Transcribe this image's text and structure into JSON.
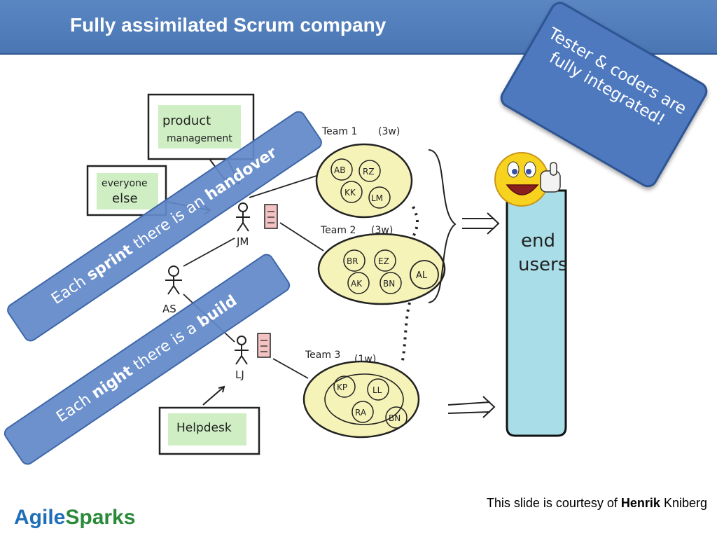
{
  "slide": {
    "title": "Fully assimilated Scrum company"
  },
  "callouts": {
    "tester": "Tester & coders are fully integrated!",
    "sprint": {
      "pre": "Each ",
      "bold1": "sprint",
      "mid": " there is an ",
      "bold2": "handover"
    },
    "night": {
      "pre": "Each ",
      "bold1": "night",
      "mid": " there is a ",
      "bold2": "build"
    }
  },
  "diagram": {
    "product_management": [
      "product",
      "management"
    ],
    "everyone_else": [
      "everyone",
      "else"
    ],
    "helpdesk": "Helpdesk",
    "people": {
      "jm": "JM",
      "as": "AS",
      "lj": "LJ"
    },
    "teams": [
      {
        "label": "Team 1",
        "duration": "(3w)",
        "members": [
          "AB",
          "RZ",
          "KK",
          "LM"
        ]
      },
      {
        "label": "Team 2",
        "duration": "(3w)",
        "members": [
          "BR",
          "EZ",
          "AL",
          "AK",
          "BN"
        ]
      },
      {
        "label": "Team 3",
        "duration": "(1w)",
        "members": [
          "KP",
          "LL",
          "RA",
          "BN"
        ]
      }
    ],
    "end_users": [
      "end",
      "users"
    ]
  },
  "footer": {
    "credit_pre": "This slide is courtesy of ",
    "credit_bold": "Henrik",
    "credit_post": " Kniberg",
    "logo_a": "Agile",
    "logo_b": "Sparks"
  },
  "colors": {
    "title_bar": "#4f7cbb",
    "callout": "#4e79bf",
    "team_fill": "#f6f3b8",
    "green_box": "#cfeec4",
    "end_users_tube": "#a9dde8"
  }
}
